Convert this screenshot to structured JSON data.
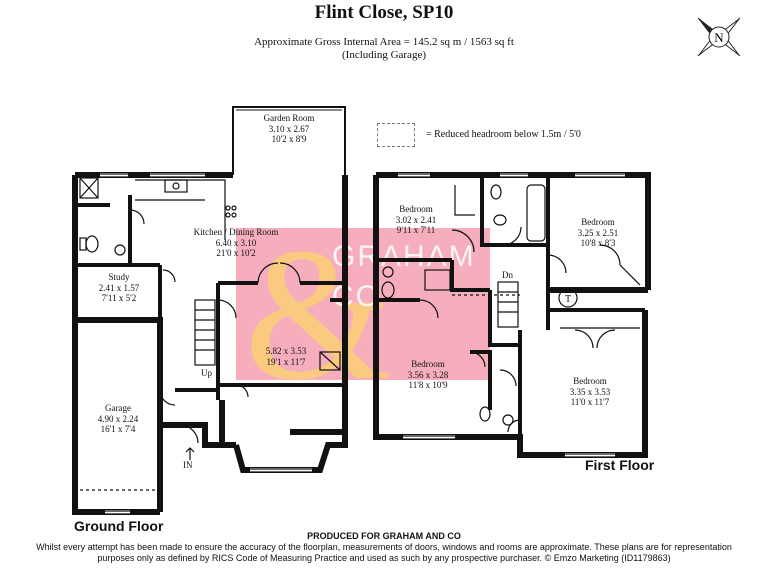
{
  "title": "Flint Close, SP10",
  "area_line1": "Approximate Gross Internal Area = 145.2 sq m / 1563 sq ft",
  "area_line2": "(Including Garage)",
  "compass_label": "N",
  "legend": {
    "text": "= Reduced headroom below 1.5m / 5'0"
  },
  "watermark": {
    "line1": "GRAHAM",
    "line2": "CO"
  },
  "ground_floor": {
    "label": "Ground Floor",
    "rooms": [
      {
        "name": "Garden Room",
        "metric": "3.10 x 2.67",
        "imperial": "10'2 x 8'9"
      },
      {
        "name": "Kitchen / Dining Room",
        "metric": "6.40 x 3.10",
        "imperial": "21'0 x 10'2"
      },
      {
        "name": "Study",
        "metric": "2.41 x 1.57",
        "imperial": "7'11 x 5'2"
      },
      {
        "name": "",
        "metric": "5.82 x 3.53",
        "imperial": "19'1 x 11'7"
      },
      {
        "name": "Garage",
        "metric": "4.90 x 2.24",
        "imperial": "16'1 x 7'4"
      }
    ],
    "stairs_label": "Up",
    "entrance_label": "IN"
  },
  "first_floor": {
    "label": "First Floor",
    "rooms": [
      {
        "name": "Bedroom",
        "metric": "3.02 x 2.41",
        "imperial": "9'11 x 7'11"
      },
      {
        "name": "Bedroom",
        "metric": "3.25 x 2.51",
        "imperial": "10'8 x 8'3"
      },
      {
        "name": "Bedroom",
        "metric": "3.56 x 3.28",
        "imperial": "11'8 x 10'9"
      },
      {
        "name": "Bedroom",
        "metric": "3.35 x 3.53",
        "imperial": "11'0 x 11'7"
      }
    ],
    "stairs_label": "Dn",
    "tank_label": "T"
  },
  "produced": "PRODUCED FOR GRAHAM AND CO",
  "disclaimer": "Whilst every attempt has been made to ensure the accuracy of the floorplan, measurements of doors, windows and rooms are approximate. These plans are for representation purposes only as defined by RICS Code of Measuring Practice and used as such by any prospective purchaser. © Emzo Marketing (ID1179863)"
}
